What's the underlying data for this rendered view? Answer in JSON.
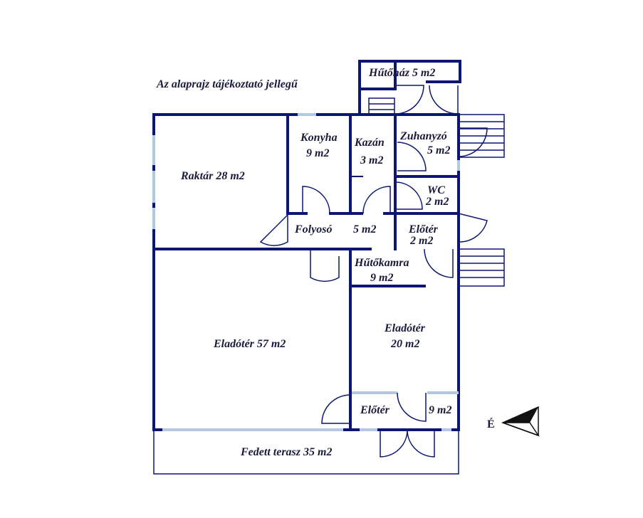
{
  "note": "Az alaprajz tájékoztató jellegű",
  "rooms": {
    "hutohaz": "Hűtőház 5 m2",
    "konyha": "Konyha",
    "konyha_area": "9 m2",
    "kazan": "Kazán",
    "kazan_area": "3 m2",
    "zuhanyzo": "Zuhanyzó",
    "zuhanyzo_area": "5 m2",
    "raktar": "Raktár 28 m2",
    "wc": "WC",
    "wc_area": "2 m2",
    "folyoso": "Folyosó",
    "folyoso_area": "5 m2",
    "eloter1": "Előtér",
    "eloter1_area": "2 m2",
    "hutokamra": "Hűtőkamra",
    "hutokamra_area": "9 m2",
    "eladoter1": "Eladótér 57 m2",
    "eladoter2": "Eladótér",
    "eladoter2_area": "20 m2",
    "eloter2": "Előtér",
    "eloter2_area": "9 m2",
    "terasz": "Fedett terasz  35 m2"
  },
  "compass": {
    "label": "É"
  },
  "colors": {
    "wall": "#0c1670",
    "window": "#b4c8e4",
    "text": "#1a1a3a"
  }
}
